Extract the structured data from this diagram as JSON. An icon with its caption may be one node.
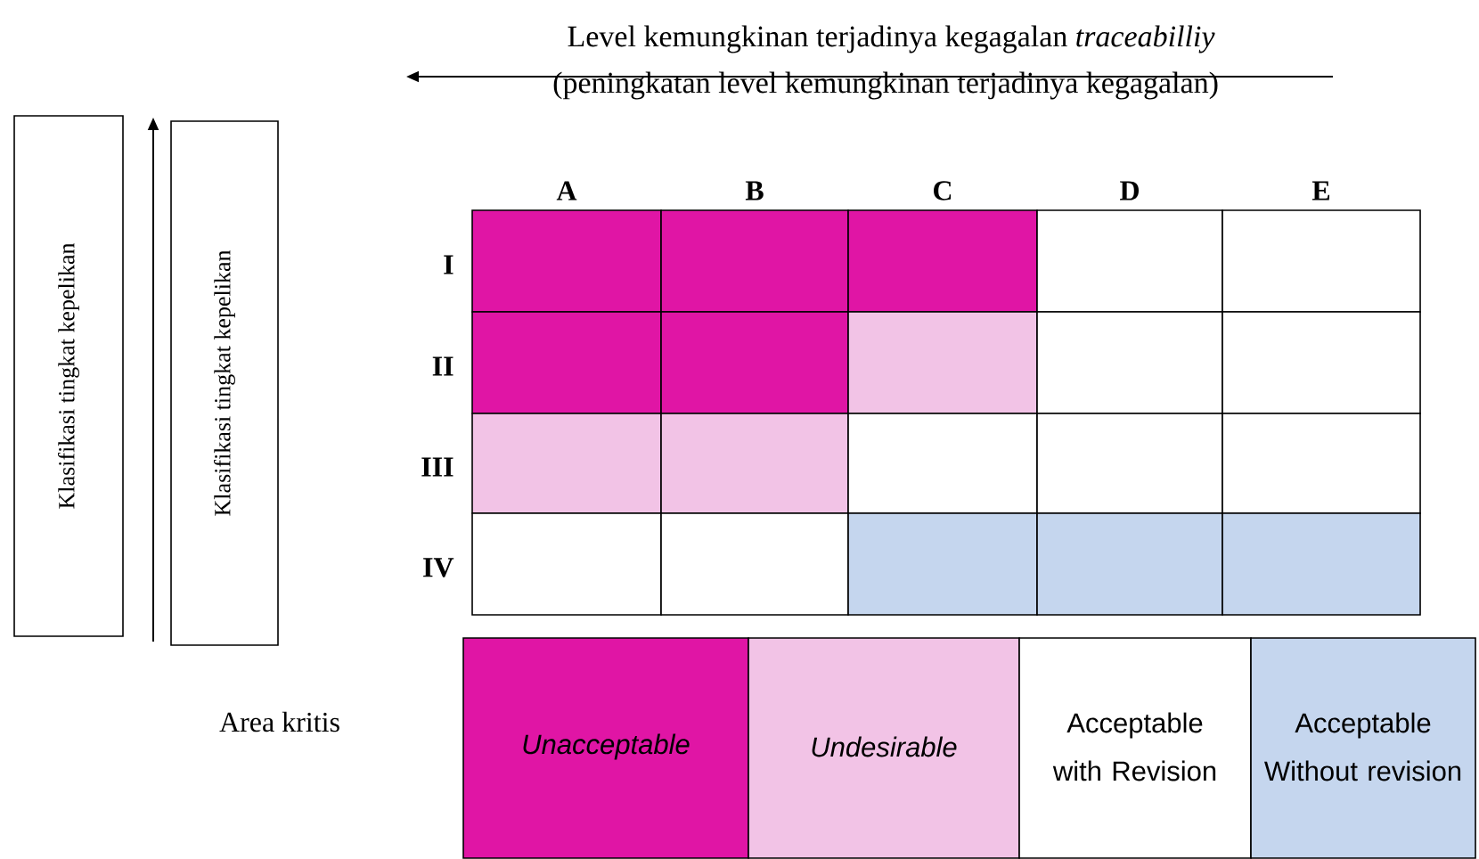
{
  "diagram": {
    "nodes": [
      {
        "text": [
          "Klasifikasi tingkat kepelikan"
        ]
      },
      {
        "text": [
          "Klasifikasi tingkat kepelikan"
        ]
      }
    ],
    "edges": [],
    "labels": [
      "Level kemungkinan terjadinya kegagalan *traceabilliy*",
      "(peningkatan level kemungkinan terjadinya kegagalan)",
      "A",
      "B",
      "C",
      "D",
      "E",
      "I",
      "II",
      "III",
      "IV",
      "Area kritis"
    ],
    "legend": [
      {
        "text": "Unacceptable",
        "color": "#e015a5"
      },
      {
        "text": "Undesirable",
        "color": "#f2c3e6"
      },
      {
        "text": "Acceptable with Revision",
        "color": "#ffffff"
      },
      {
        "text": "Acceptable Without revision",
        "color": "#c5d6ee"
      }
    ]
  }
}
